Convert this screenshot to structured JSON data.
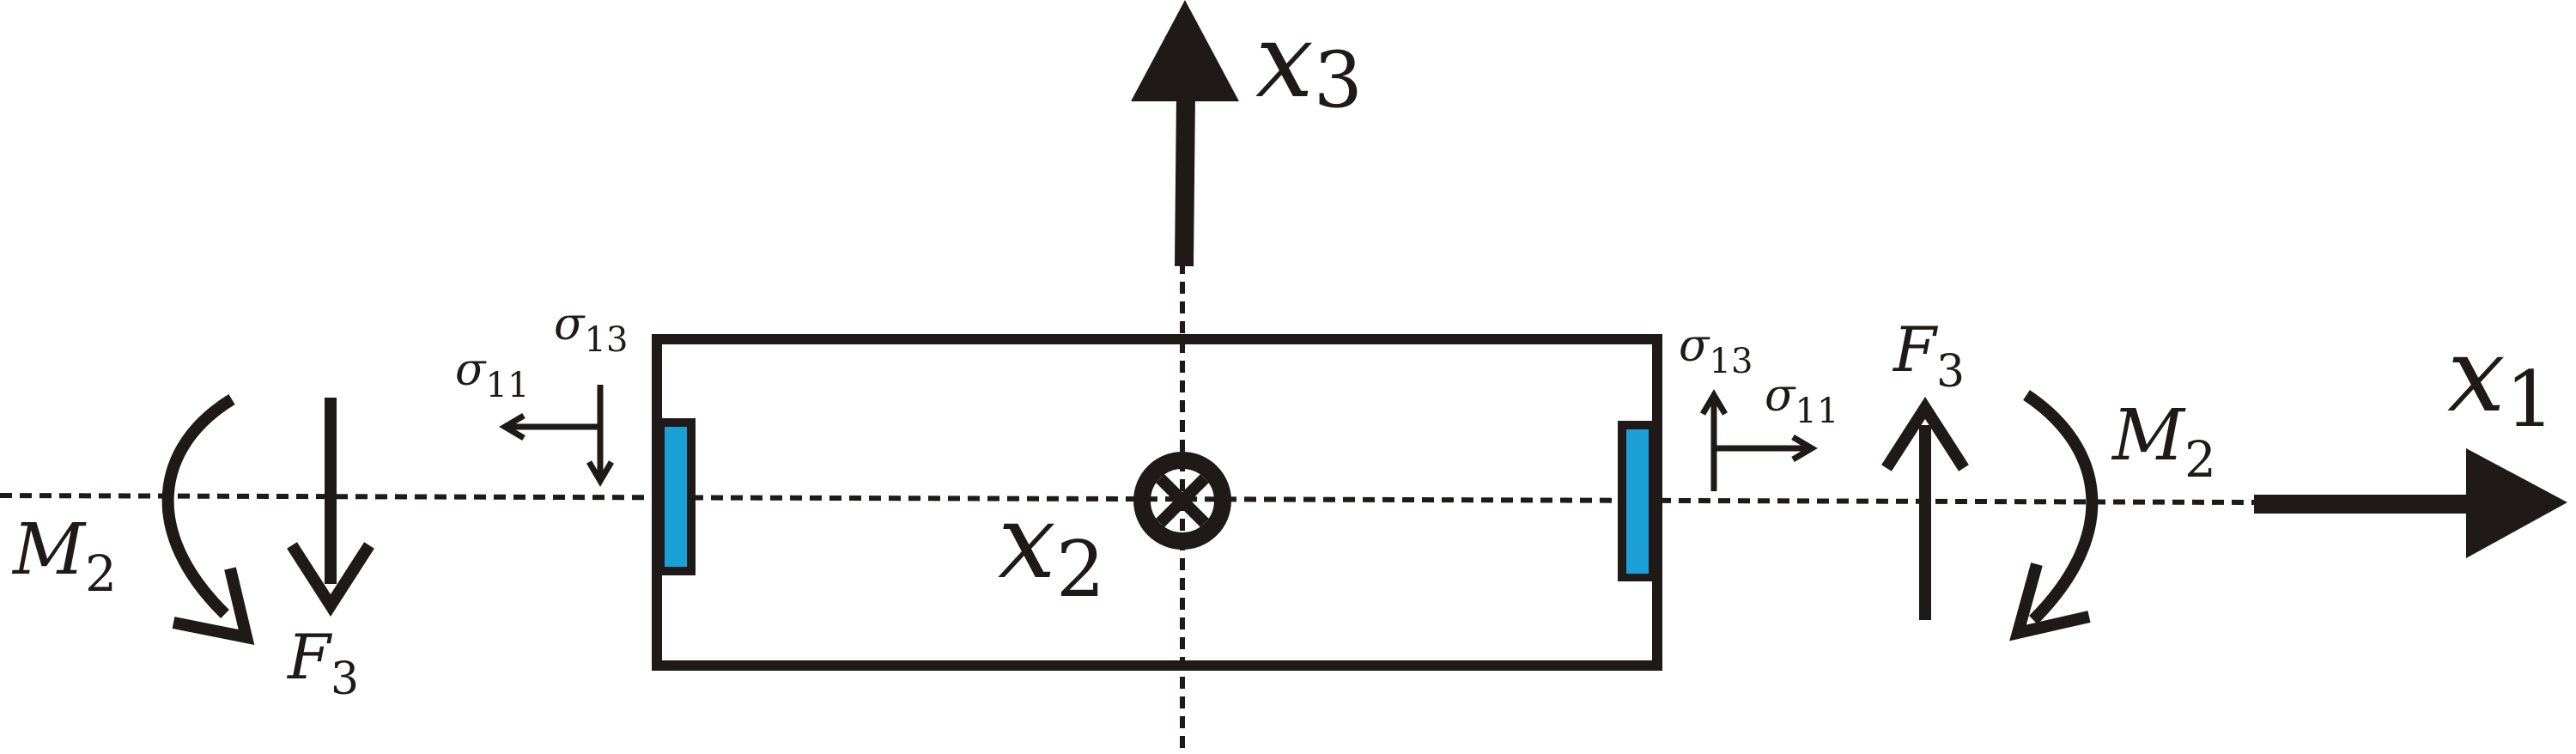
{
  "colors": {
    "ink": "#1f1a17",
    "stress_patch": "#1aa0d6",
    "background": "#ffffff"
  },
  "labels": {
    "x1": {
      "base": "x",
      "sub": "1"
    },
    "x2": {
      "base": "x",
      "sub": "2"
    },
    "x3": {
      "base": "x",
      "sub": "3"
    },
    "left_sigma11": {
      "base": "σ",
      "sub": "11"
    },
    "left_sigma13": {
      "base": "σ",
      "sub": "13"
    },
    "right_sigma11": {
      "base": "σ",
      "sub": "11"
    },
    "right_sigma13": {
      "base": "σ",
      "sub": "13"
    },
    "left_F3": {
      "base": "F",
      "sub": "3"
    },
    "right_F3": {
      "base": "F",
      "sub": "3"
    },
    "left_M2": {
      "base": "M",
      "sub": "2"
    },
    "right_M2": {
      "base": "M",
      "sub": "2"
    }
  },
  "icons": {
    "x2_axis_symbol": "circled-cross-icon"
  }
}
